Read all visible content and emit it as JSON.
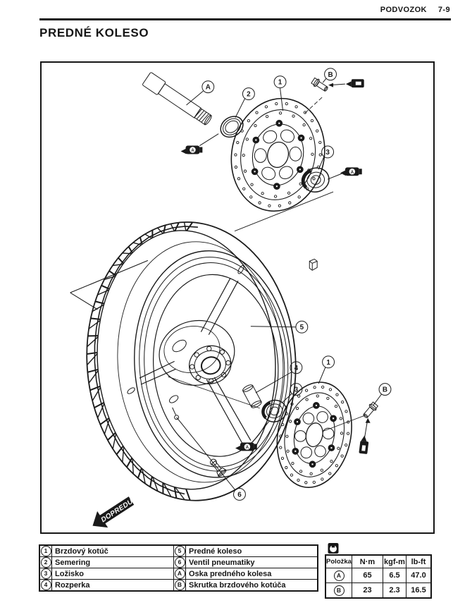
{
  "page": {
    "header": {
      "section": "PODVOZOK",
      "page_number": "7-9"
    },
    "title": "PREDNÉ KOLESO"
  },
  "diagram": {
    "callouts": {
      "axle": "A",
      "seal": "2",
      "disc_top": "1",
      "bolt_top": "B",
      "bearing_top": "3",
      "wheel": "5",
      "spacer": "4",
      "bearing_bottom": "3",
      "disc_bottom": "1",
      "bolt_bottom": "B",
      "valve": "6"
    },
    "grease_label": "A",
    "forward_label": "DOPREDU"
  },
  "parts_table": {
    "rows": [
      {
        "num": "1",
        "label": "Brzdový kotúč",
        "num2": "5",
        "label2": "Predné koleso"
      },
      {
        "num": "2",
        "label": "Semering",
        "num2": "6",
        "label2": "Ventil pneumatiky"
      },
      {
        "num": "3",
        "label": "Ložisko",
        "num2": "A",
        "label2": "Oska predného kolesa"
      },
      {
        "num": "4",
        "label": "Rozperka",
        "num2": "B",
        "label2": "Skrutka brzdového kotúča"
      }
    ]
  },
  "torque_table": {
    "item_header": "Položka",
    "columns": [
      "N·m",
      "kgf-m",
      "lb-ft"
    ],
    "rows": [
      {
        "item": "A",
        "nm": "65",
        "kgfm": "6.5",
        "lbft": "47.0"
      },
      {
        "item": "B",
        "nm": "23",
        "kgfm": "2.3",
        "lbft": "16.5"
      }
    ]
  }
}
